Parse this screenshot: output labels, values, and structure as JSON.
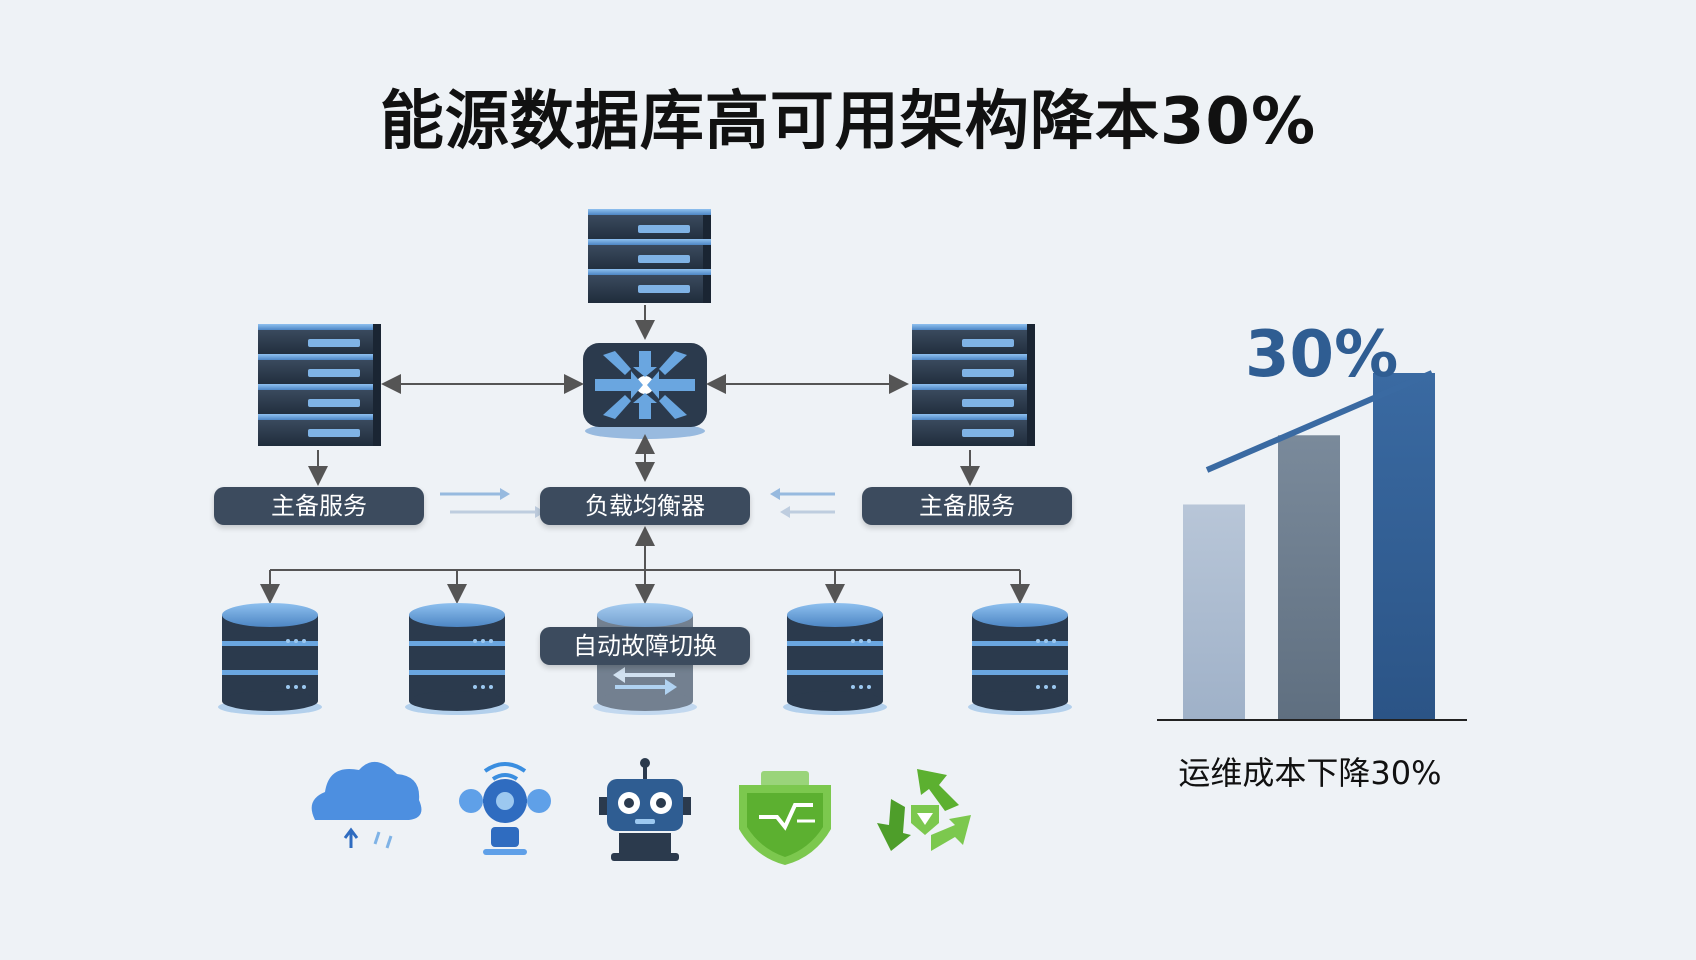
{
  "title": "能源数据库高可用架构降本30%",
  "nodes": {
    "left_service": "主备服务",
    "load_balancer": "负载均衡器",
    "right_service": "主备服务",
    "failover": "自动故障切换"
  },
  "icons": [
    "cloud-icon",
    "network-hub-icon",
    "robot-icon",
    "shield-icon",
    "recycle-icon"
  ],
  "colors": {
    "server_dark": "#2b3a4d",
    "server_light": "#6aa6e0",
    "pill": "#3c4b5e",
    "accent_blue": "#2f5d92"
  },
  "chart_data": {
    "type": "bar",
    "categories": [
      "",
      "",
      ""
    ],
    "values": [
      62,
      82,
      100
    ],
    "colors": [
      "#a9bad0",
      "#6b7b8c",
      "#2f5d92"
    ],
    "ylim": [
      0,
      110
    ],
    "headline": "30%",
    "caption": "运维成本下降30%",
    "trend_line": true
  }
}
